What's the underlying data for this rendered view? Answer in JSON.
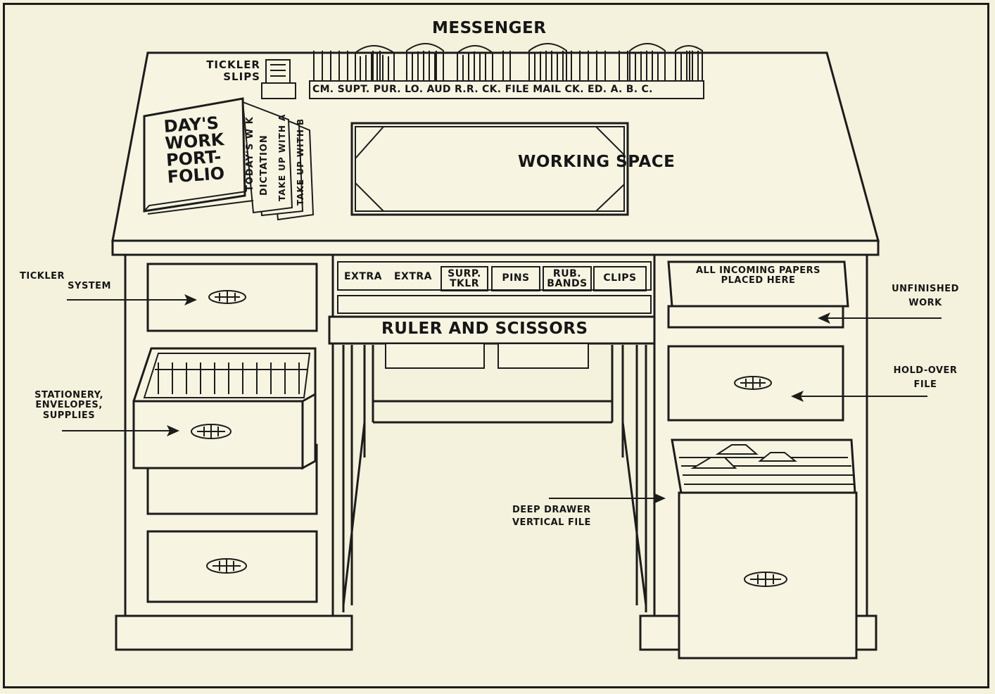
{
  "labels": {
    "messenger": "MESSENGER",
    "messenger_slots": "CM. SUPT. PUR. LO. AUD R.R. CK. FILE MAIL CK. ED. A. B. C.",
    "tickler_slips": [
      "TICKLER",
      "SLIPS"
    ],
    "portfolio": [
      "DAY'S",
      "WORK",
      "PORT-",
      "FOLIO"
    ],
    "portfolio_tabs": [
      "TODAY'S W K",
      "DICTATION",
      "TAKE UP WITH A",
      "TAKE UP WITH B"
    ],
    "working_space": "WORKING SPACE",
    "tray_bins": [
      {
        "line1": "EXTRA",
        "line2": ""
      },
      {
        "line1": "EXTRA",
        "line2": ""
      },
      {
        "line1": "SURP.",
        "line2": "TKLR"
      },
      {
        "line1": "PINS",
        "line2": ""
      },
      {
        "line1": "RUB.",
        "line2": "BANDS"
      },
      {
        "line1": "CLIPS",
        "line2": ""
      }
    ],
    "ruler_and_scissors": "RULER AND SCISSORS",
    "incoming_papers": [
      "ALL INCOMING PAPERS",
      "PLACED HERE"
    ],
    "tickler_system": [
      "TICKLER",
      "SYSTEM"
    ],
    "stationery": [
      "STATIONERY,",
      "ENVELOPES,",
      "SUPPLIES"
    ],
    "unfinished_work": [
      "UNFINISHED",
      "WORK"
    ],
    "hold_over_file": [
      "HOLD-OVER",
      "FILE"
    ],
    "deep_drawer": [
      "DEEP DRAWER",
      "VERTICAL FILE"
    ]
  },
  "colors": {
    "paper": "#f4f1dc",
    "ink": "#1c1c1c"
  }
}
